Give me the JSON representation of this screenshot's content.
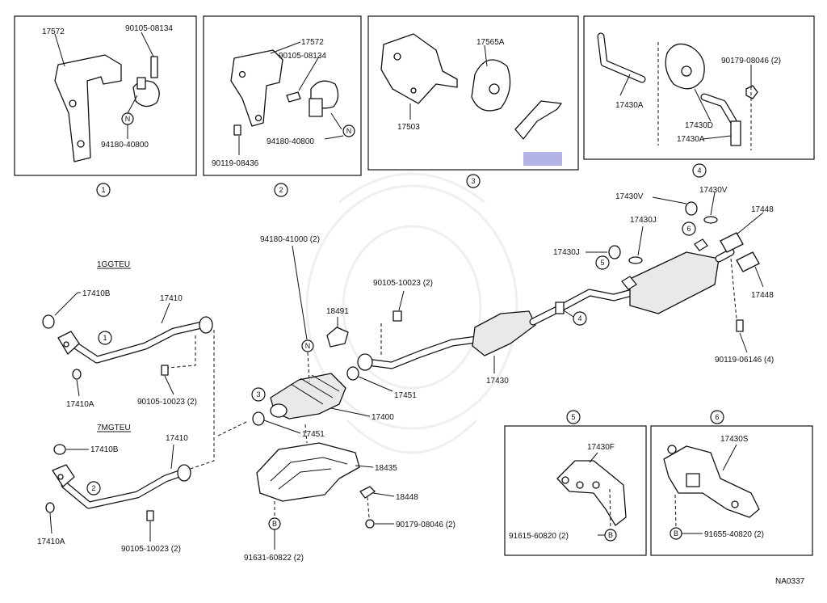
{
  "diagram_code": "NA0337",
  "highlight_color": "#b3b3e6",
  "engine_variants": {
    "a": "1GGTEU",
    "b": "7MGTEU"
  },
  "callouts": {
    "c1": "1",
    "c2": "2",
    "c3": "3",
    "c4": "4",
    "c5": "5",
    "c6": "6"
  },
  "markers": {
    "n": "N",
    "b": "B"
  },
  "parts": {
    "p1_17572": "17572",
    "p1_90105_08134": "90105-08134",
    "p1_94180_40800": "94180-40800",
    "p2_17572": "17572",
    "p2_90105_08134": "90105-08134",
    "p2_94180_40800": "94180-40800",
    "p2_90119_08436": "90119-08436",
    "p3_17565A": "17565A",
    "p3_17503": "17503",
    "p4_90179_08046": "90179-08046 (2)",
    "p4_17430A_top": "17430A",
    "p4_17430D": "17430D",
    "p4_17430A_bot": "17430A",
    "m_17430V_a": "17430V",
    "m_17430V_b": "17430V",
    "m_17448_a": "17448",
    "m_17430J_a": "17430J",
    "m_17430J_b": "17430J",
    "m_17448_b": "17448",
    "m_90119_06146": "90119-06146 (4)",
    "m_94180_41000": "94180-41000 (2)",
    "m_90105_10023_mid": "90105-10023 (2)",
    "m_18491": "18491",
    "m_17451_a": "17451",
    "m_17451_b": "17451",
    "m_17400": "17400",
    "m_17430": "17430",
    "m_18435": "18435",
    "m_18448": "18448",
    "m_90179_08046": "90179-08046 (2)",
    "m_91631_60822": "91631-60822 (2)",
    "a_17410B": "17410B",
    "a_17410": "17410",
    "a_17410A": "17410A",
    "a_90105_10023": "90105-10023 (2)",
    "b_17410B": "17410B",
    "b_17410": "17410",
    "b_17410A": "17410A",
    "b_90105_10023": "90105-10023 (2)",
    "d5_17430F": "17430F",
    "d5_91615_60820": "91615-60820 (2)",
    "d6_17430S": "17430S",
    "d6_91655_40820": "91655-40820 (2)"
  }
}
